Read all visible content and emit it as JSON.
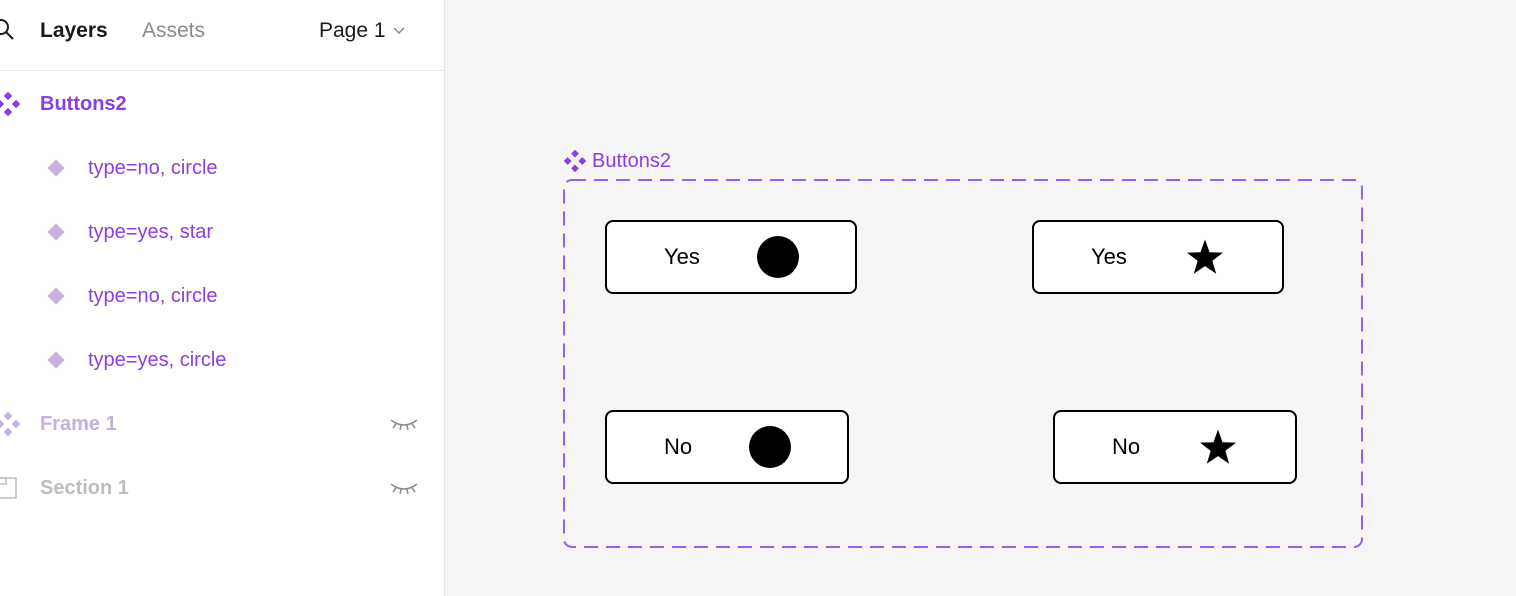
{
  "colors": {
    "accent": "#8A3FE0",
    "accent_light": "#C4B0E0",
    "muted": "#BDBDBD",
    "frame_dash": "#9B5CF0"
  },
  "panel": {
    "tabs": [
      {
        "label": "Layers",
        "active": true
      },
      {
        "label": "Assets",
        "active": false
      }
    ],
    "page_select": {
      "label": "Page 1"
    },
    "layers": [
      {
        "label": "Buttons2",
        "icon": "component-set-icon",
        "level": 0,
        "hidden": false
      },
      {
        "label": "type=no, circle",
        "icon": "component-variant-icon",
        "level": 1,
        "hidden": false
      },
      {
        "label": "type=yes, star",
        "icon": "component-variant-icon",
        "level": 1,
        "hidden": false
      },
      {
        "label": "type=no, circle",
        "icon": "component-variant-icon",
        "level": 1,
        "hidden": false
      },
      {
        "label": "type=yes, circle",
        "icon": "component-variant-icon",
        "level": 1,
        "hidden": false
      },
      {
        "label": "Frame 1",
        "icon": "component-set-icon",
        "level": 0,
        "hidden": true
      },
      {
        "label": "Section 1",
        "icon": "section-icon",
        "level": 0,
        "hidden": true
      }
    ]
  },
  "canvas": {
    "frame_label": "Buttons2",
    "buttons": [
      {
        "label": "Yes",
        "icon": "circle-icon"
      },
      {
        "label": "Yes",
        "icon": "star-icon"
      },
      {
        "label": "No",
        "icon": "circle-icon"
      },
      {
        "label": "No",
        "icon": "star-icon"
      }
    ]
  }
}
